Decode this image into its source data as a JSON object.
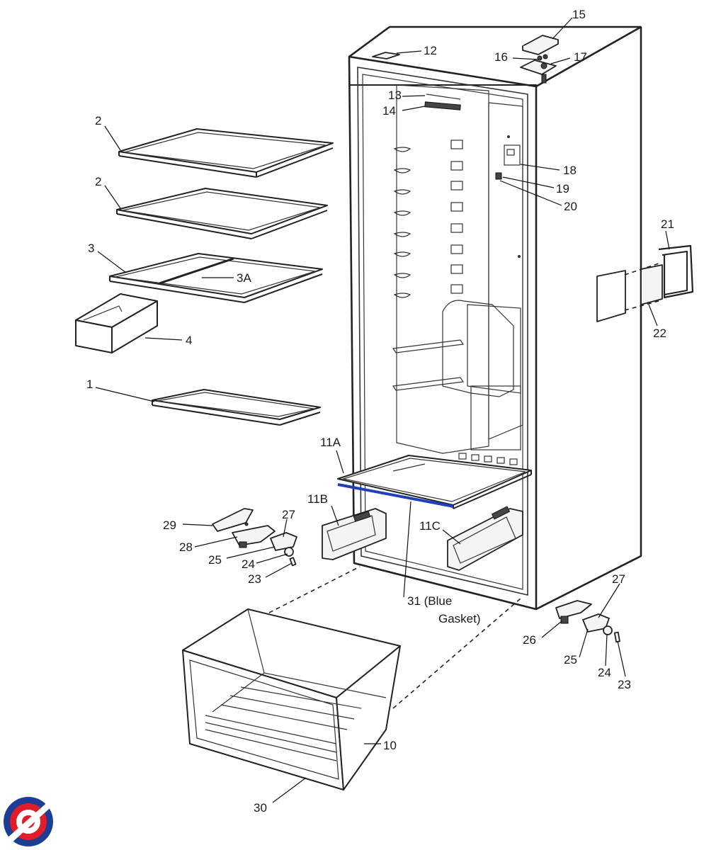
{
  "labels": {
    "l1": "1",
    "l2a": "2",
    "l2b": "2",
    "l3": "3",
    "l3a": "3A",
    "l4": "4",
    "l10": "10",
    "l11a": "11A",
    "l11b": "11B",
    "l11c": "11C",
    "l12": "12",
    "l13": "13",
    "l14": "14",
    "l15": "15",
    "l16": "16",
    "l17": "17",
    "l18": "18",
    "l19": "19",
    "l20": "20",
    "l21": "21",
    "l22": "22",
    "l23a": "23",
    "l23b": "23",
    "l24a": "24",
    "l24b": "24",
    "l25a": "25",
    "l25b": "25",
    "l26": "26",
    "l27a": "27",
    "l27b": "27",
    "l28": "28",
    "l29": "29",
    "l30": "30",
    "l31a": "31 (Blue",
    "l31b": "Gasket)"
  },
  "colors": {
    "gasket": "#1f3fbf",
    "logo_red": "#e11d2a",
    "logo_blue": "#1c3f95"
  }
}
